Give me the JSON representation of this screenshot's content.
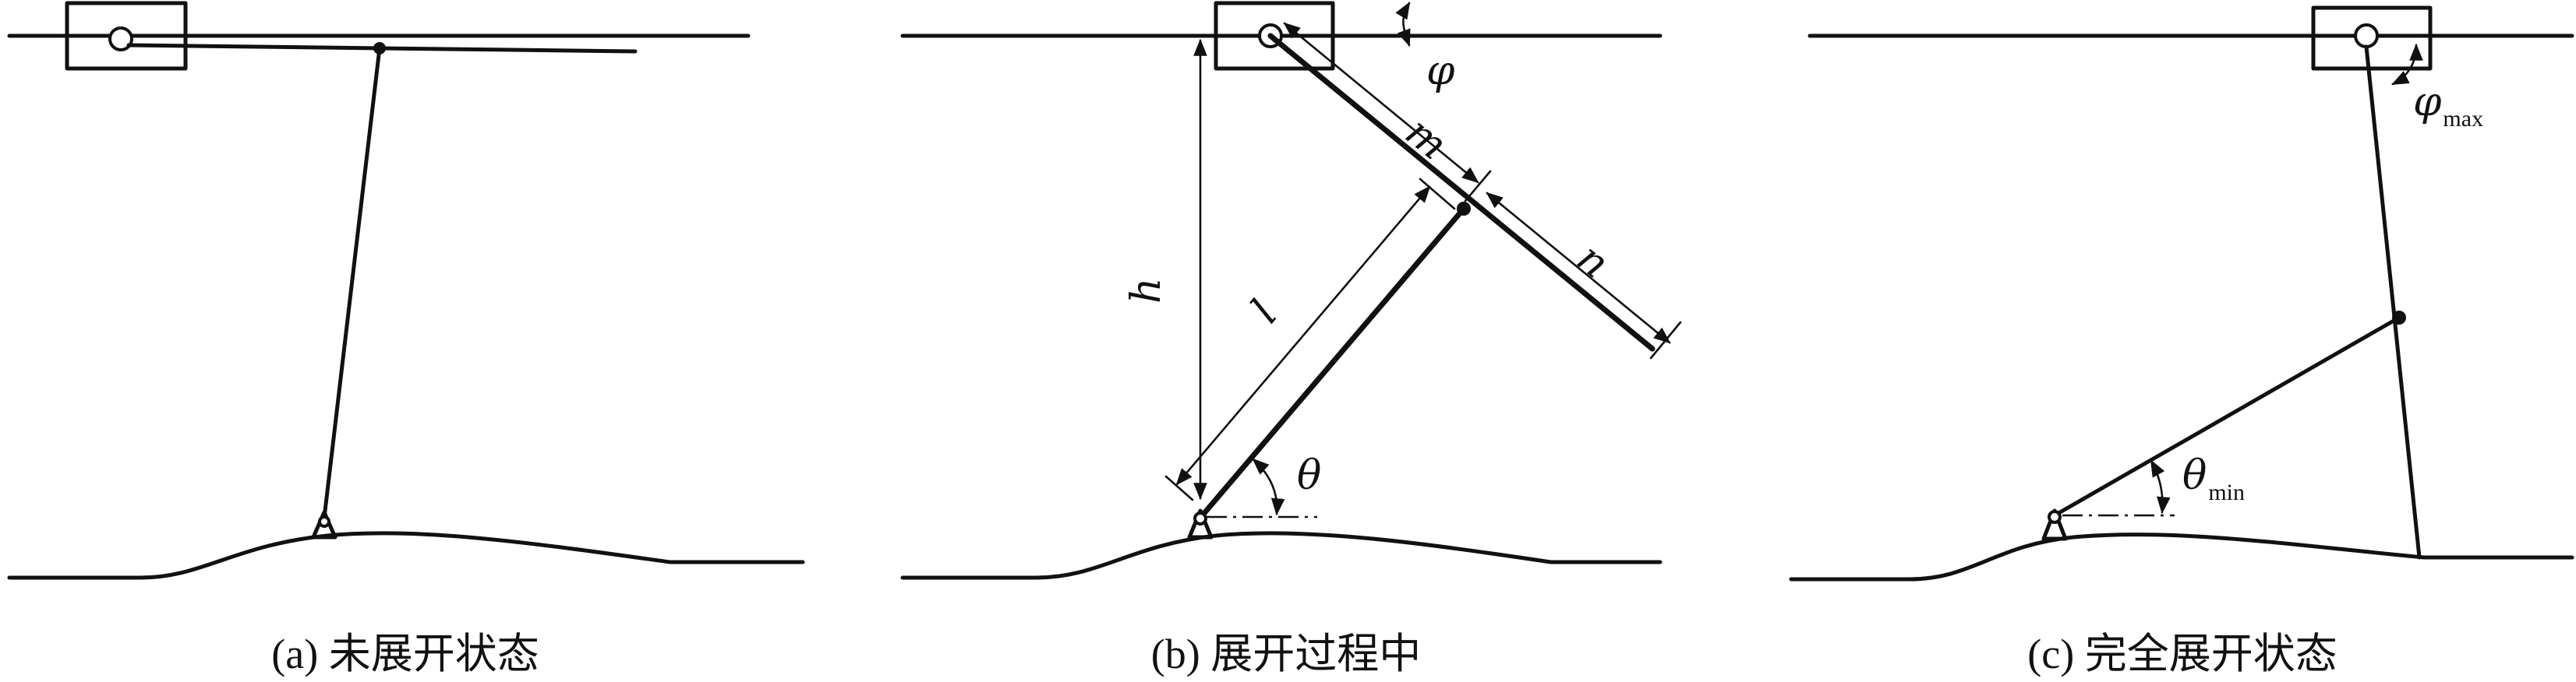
{
  "panels": [
    {
      "caption": "(a) 未展开状态"
    },
    {
      "caption": "(b) 展开过程中"
    },
    {
      "caption": "(c) 完全展开状态"
    }
  ],
  "labels": {
    "phi": "φ",
    "m": "m",
    "n": "n",
    "h": "h",
    "l": "l",
    "theta": "θ",
    "phi_max_symbol": "φ",
    "phi_max_sub": "max",
    "theta_min_symbol": "θ",
    "theta_min_sub": "min"
  },
  "colors": {
    "ink": "#111111",
    "background": "#ffffff"
  }
}
